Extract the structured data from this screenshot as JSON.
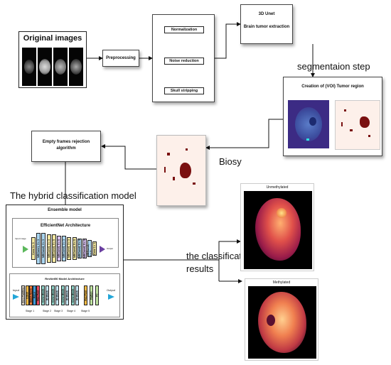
{
  "original": {
    "title": "Original images"
  },
  "preprocessing": {
    "label": "Preprocessing"
  },
  "steps": {
    "normalization": "Normalization",
    "noise": "Noise reduction",
    "skull": "Skull stripping"
  },
  "unet": {
    "title": "3D Unet",
    "subtitle": "Brain tumor extraction"
  },
  "segmentation": {
    "label": "segmentaion step"
  },
  "voi": {
    "title": "Creation of (VOI) Tumor region"
  },
  "biopsy": {
    "label": "Biosy"
  },
  "rejection": {
    "line1": "Empty frames rejection",
    "line2": "algorithm"
  },
  "hybrid": {
    "label": "The hybrid classification model"
  },
  "ensemble": {
    "title": "Ensemble model",
    "efficientnet": {
      "title": "EfficientNet Architecture",
      "input_label": "Input image",
      "output_label": "Output",
      "blocks": [
        "Conv 3×3",
        "MBConv1, 3×3",
        "MBConv6, 3×3",
        "MBConv6, 3×3",
        "MBConv6, 5×5",
        "MBConv6, 5×5",
        "MBConv6, 3×3",
        "MBConv6, 3×3",
        "MBConv6, 5×5",
        "MBConv6, 5×5",
        "MBConv6, 5×5",
        "MBConv6, 3×3",
        "Conv 1×1"
      ]
    },
    "resnet": {
      "title": "ResNet50 Model Architecture",
      "input": "Input",
      "output": "Output",
      "stages": [
        "Stage 1",
        "Stage 2",
        "Stage 3",
        "Stage 4",
        "Stage 5"
      ],
      "blocks": [
        "Zero Padding",
        "CONV",
        "Batch Norm",
        "ReLu",
        "Max Pool",
        "Conv Block",
        "ID Block",
        "Conv Block",
        "ID Block",
        "Conv Block",
        "ID Block",
        "Conv Block",
        "ID Block",
        "Avg Pool",
        "Flatten",
        "FC"
      ]
    }
  },
  "classification": {
    "line1": "the classification",
    "line2": "results"
  },
  "results": {
    "unmethylated": "Unmethylated",
    "methylated": "Methylated"
  },
  "colors": {
    "heat_bright": "#ffe28a",
    "heat_mid": "#d9433a",
    "heat_dark": "#4a0d3a",
    "mri_purple": "#3c2b84",
    "tumor_red": "#7a1010",
    "arrow_cyan": "#22a6d8",
    "arrow_purple": "#6a3fa0"
  }
}
